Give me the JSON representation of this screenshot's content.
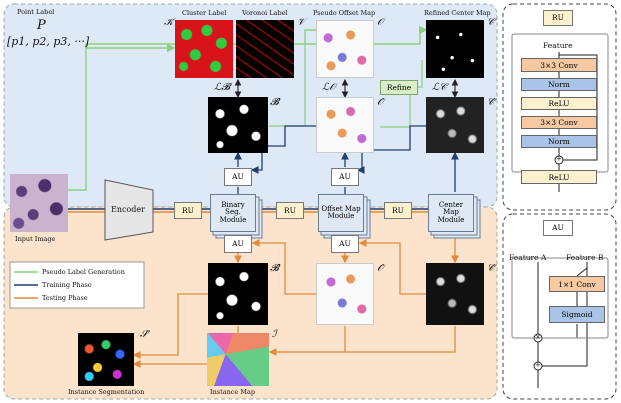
{
  "header": {
    "point_label_title": "Point Label",
    "point_label_symbol": "P",
    "point_label_set": "[p1, p2, p3, ···]"
  },
  "top_labels": {
    "cluster_label": "Cluster Label",
    "voronoi_label": "Voronoi Label",
    "pseudo_offset_map": "Pseudo Offset Map",
    "refined_center_map": "Refined Center Map"
  },
  "symbols": {
    "K": "𝒦",
    "V": "𝒱",
    "O": "𝒪",
    "C": "𝒞",
    "LB": "ℒ𝓑",
    "LO": "ℒ𝒪",
    "LC": "ℒ𝒞",
    "Bhat": "𝓑̂",
    "Ohat": "𝒪̂",
    "Chat": "𝒞̂",
    "Shat": "𝒮̂",
    "I": "ℐ"
  },
  "modules": {
    "encoder": "Encoder",
    "ru": "RU",
    "au": "AU",
    "binary_seg": "Binary Seg. Module",
    "offset_map": "Offset Map Module",
    "center_map": "Center Map Module",
    "refine": "Refine"
  },
  "image_labels": {
    "input_image": "Input Image",
    "instance_segmentation": "Instance Segmentation",
    "instance_map": "Instance Map"
  },
  "legend": {
    "pseudo": "Pseudo Label Generation",
    "training": "Training Phase",
    "testing": "Testing Phase"
  },
  "ru_detail": {
    "title": "RU",
    "feature": "Feature",
    "conv1": "3×3 Conv",
    "norm1": "Norm",
    "relu1": "ReLU",
    "conv2": "3×3 Conv",
    "norm2": "Norm",
    "relu_out": "ReLU"
  },
  "au_detail": {
    "title": "AU",
    "feature_a": "Feature A",
    "feature_b": "Feature B",
    "conv": "1×1 Conv",
    "sigmoid": "Sigmoid"
  },
  "colors": {
    "top_bg": "#dde9f7",
    "bottom_bg": "#fbe3cc",
    "pseudo_line": "#8ccf7e",
    "training_line": "#1f3f6e",
    "testing_line": "#e08a3c",
    "ru_orange": "#f6c9a3",
    "au_blue": "#a9c4e6",
    "ru_yellow": "#fbf1cf"
  }
}
